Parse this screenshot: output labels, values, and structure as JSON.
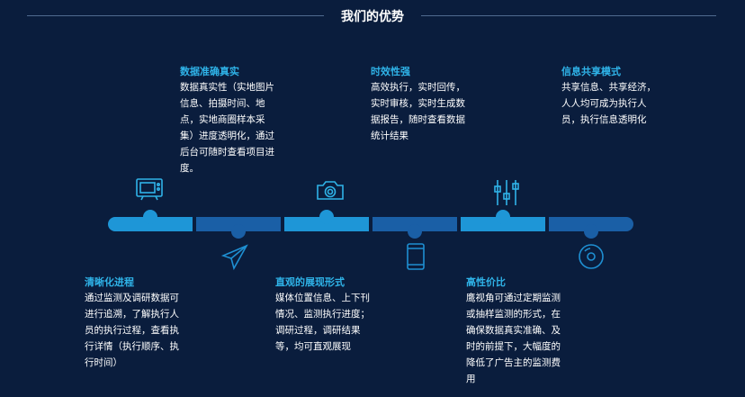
{
  "page_title": "我们的优势",
  "colors": {
    "background": "#0a1d3d",
    "heading": "#2fb3e8",
    "text": "#ffffff",
    "bar_light": "#1e96d7",
    "bar_dark": "#1a5fa6",
    "rule": "#4f6a8f"
  },
  "features": [
    {
      "id": "data-accurate",
      "title": "数据准确真实",
      "text": "数据真实性（实地图片信息、拍摄时间、地点，实地商圈样本采集）进度透明化，通过后台可随时查看项目进度。",
      "icon": "tv-icon"
    },
    {
      "id": "timely",
      "title": "时效性强",
      "text": "高效执行，实时回传，实时审核，实时生成数据报告，随时查看数据统计结果",
      "icon": "camera-icon"
    },
    {
      "id": "info-sharing",
      "title": "信息共享模式",
      "text": "共享信息、共享经济，人人均可成为执行人员，执行信息透明化",
      "icon": "sliders-icon"
    },
    {
      "id": "clear-progress",
      "title": "清晰化进程",
      "text": "通过监测及调研数据可进行追溯，了解执行人员的执行过程，查看执行详情（执行顺序、执行时间）",
      "icon": "paper-plane-icon"
    },
    {
      "id": "intuitive-display",
      "title": "直观的展现形式",
      "text": "媒体位置信息、上下刊情况、监测执行进度；调研过程，调研结果等，均可直观展现",
      "icon": "smartphone-icon"
    },
    {
      "id": "cost-effective",
      "title": "高性价比",
      "text": "鹰视角可通过定期监测或抽样监测的形式，在确保数据真实准确、及时的前提下，大幅度的降低了广告主的监测费用",
      "icon": "disc-icon"
    }
  ]
}
